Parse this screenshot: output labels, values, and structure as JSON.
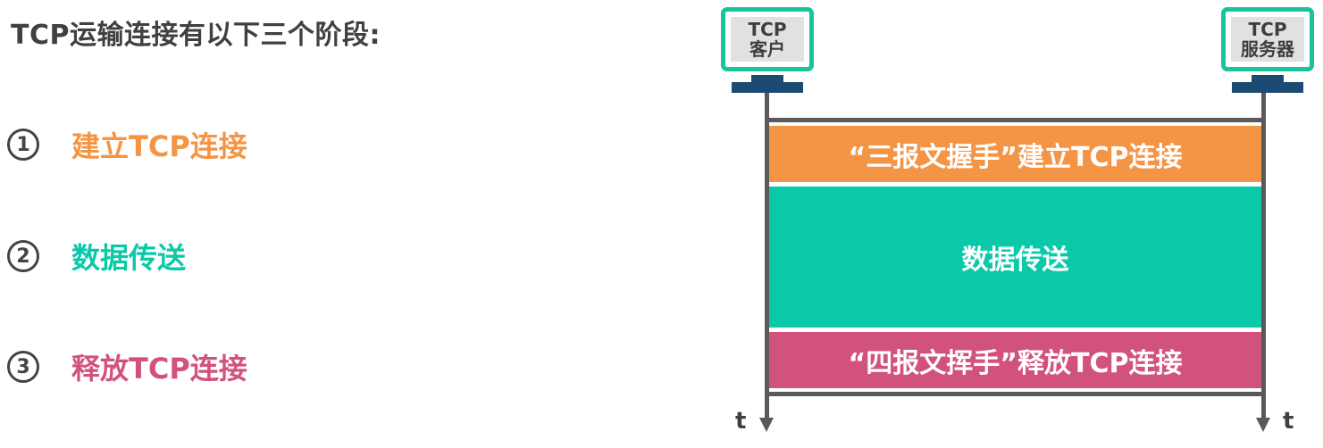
{
  "heading": "TCP运输连接有以下三个阶段:",
  "colors": {
    "establish": "#f49545",
    "transfer": "#0ac9a9",
    "release": "#d2527e",
    "monitor_border": "#19c49c",
    "stand": "#1b4a72",
    "line": "#595959"
  },
  "phases": [
    {
      "number": "1",
      "label": "建立TCP连接",
      "color": "#f49545"
    },
    {
      "number": "2",
      "label": "数据传送",
      "color": "#0ac9a9"
    },
    {
      "number": "3",
      "label": "释放TCP连接",
      "color": "#d2527e"
    }
  ],
  "diagram": {
    "client": {
      "line1": "TCP",
      "line2": "客户"
    },
    "server": {
      "line1": "TCP",
      "line2": "服务器"
    },
    "bands": [
      {
        "label": "“三报文握手”建立TCP连接",
        "color": "#f49545"
      },
      {
        "label": "数据传送",
        "color": "#0ac9a9"
      },
      {
        "label": "“四报文挥手”释放TCP连接",
        "color": "#d2527e"
      }
    ],
    "time_label": "t"
  }
}
